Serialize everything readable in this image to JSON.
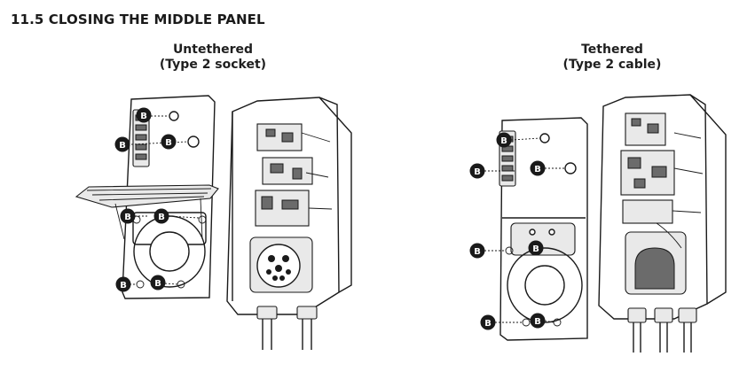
{
  "section": {
    "title": "11.5 CLOSING  THE MIDDLE PANEL"
  },
  "variants": {
    "left": {
      "line1": "Untethered",
      "line2": "(Type 2 socket)"
    },
    "right": {
      "line1": "Tethered",
      "line2": "(Type 2 cable)"
    }
  },
  "callout": {
    "label": "B"
  }
}
